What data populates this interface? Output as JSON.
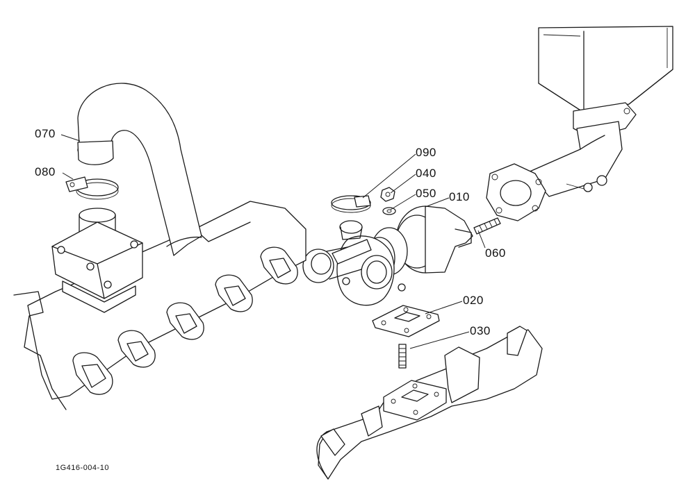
{
  "drawing_code": "1G416-004-10",
  "callouts": {
    "p010": "010",
    "p020": "020",
    "p030": "030",
    "p040": "040",
    "p050": "050",
    "p060": "060",
    "p070": "070",
    "p080": "080",
    "p090": "090"
  }
}
